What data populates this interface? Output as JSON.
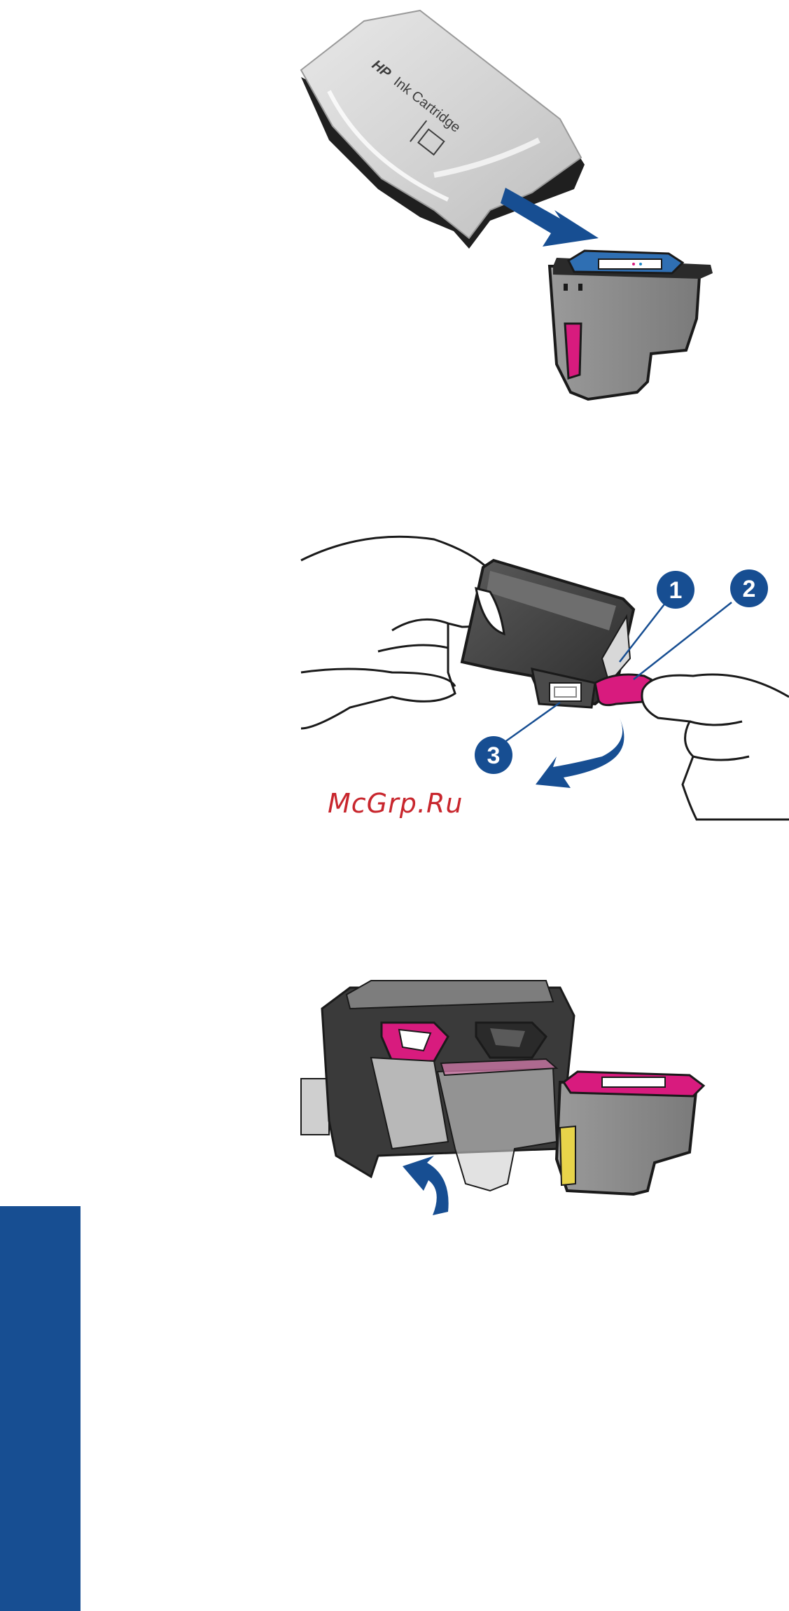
{
  "figure1": {
    "package_brand": "HP",
    "package_text": "Ink Cartridge"
  },
  "figure2": {
    "callouts": [
      "1",
      "2",
      "3"
    ]
  },
  "watermark": "McGrp.Ru",
  "colors": {
    "hp_blue": "#174e92",
    "magenta": "#d81b7e",
    "cartridge_gray": "#8c8c8c",
    "watermark_red": "#c8262d"
  }
}
